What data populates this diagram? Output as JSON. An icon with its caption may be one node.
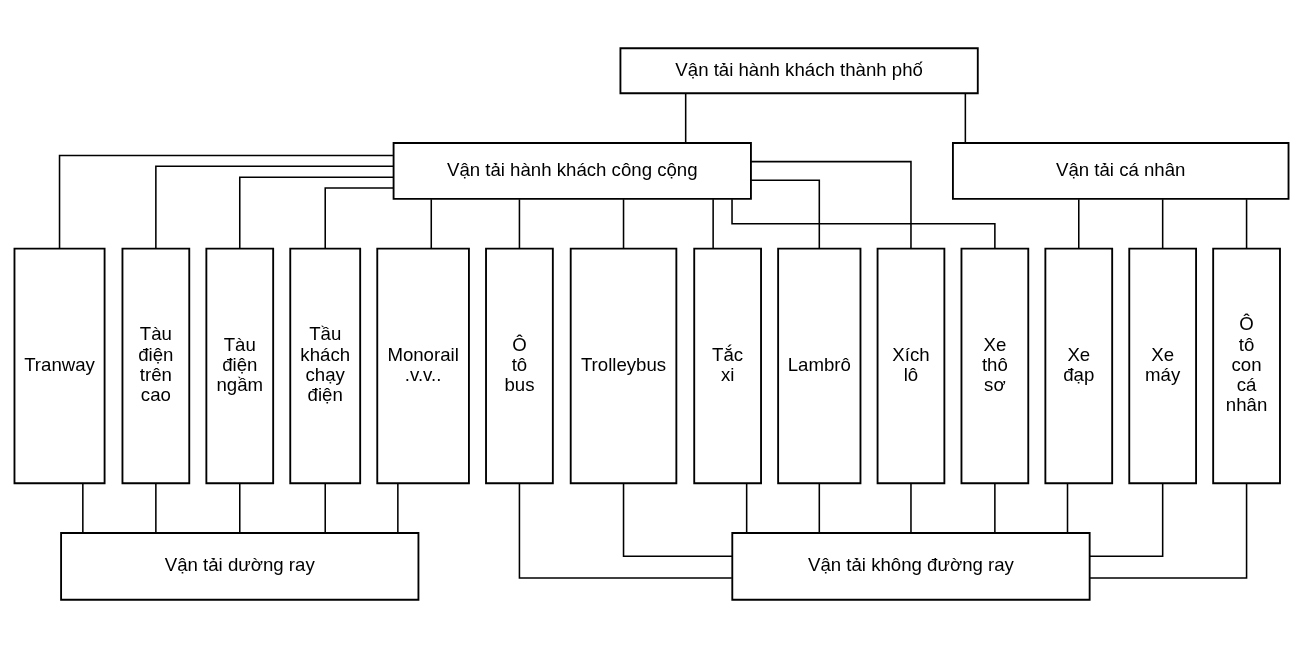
{
  "diagram": {
    "nodes": [
      {
        "text": [
          "Vận tải hành khách thành phố"
        ]
      },
      {
        "text": [
          "Vận tải hành khách công cộng"
        ]
      },
      {
        "text": [
          "Vận tải cá nhân"
        ]
      },
      {
        "text": [
          "Tranway"
        ]
      },
      {
        "text": [
          "Tàu điện trên cao"
        ]
      },
      {
        "text": [
          "Tàu điện ngầm"
        ]
      },
      {
        "text": [
          "Tầu khách chạy điện"
        ]
      },
      {
        "text": [
          "Monorail .v.v.."
        ]
      },
      {
        "text": [
          "Ô tô bus"
        ]
      },
      {
        "text": [
          "Trolleybus"
        ]
      },
      {
        "text": [
          "Tắc xi"
        ]
      },
      {
        "text": [
          "Lambrô"
        ]
      },
      {
        "text": [
          "Xích lô"
        ]
      },
      {
        "text": [
          "Xe thô sơ"
        ]
      },
      {
        "text": [
          "Xe đạp"
        ]
      },
      {
        "text": [
          "Xe máy"
        ]
      },
      {
        "text": [
          "Ô tô con cá nhân"
        ]
      },
      {
        "text": [
          "Vận tải dường ray"
        ]
      },
      {
        "text": [
          "Vận tải không đường ray"
        ]
      }
    ],
    "edges": [
      {
        "from": 0,
        "to": 1,
        "arrow": "none"
      },
      {
        "from": 0,
        "to": 2,
        "arrow": "none"
      },
      {
        "from": 1,
        "to": 3,
        "arrow": "none"
      },
      {
        "from": 1,
        "to": 4,
        "arrow": "none"
      },
      {
        "from": 1,
        "to": 5,
        "arrow": "none"
      },
      {
        "from": 1,
        "to": 6,
        "arrow": "none"
      },
      {
        "from": 1,
        "to": 7,
        "arrow": "none"
      },
      {
        "from": 1,
        "to": 8,
        "arrow": "none"
      },
      {
        "from": 1,
        "to": 9,
        "arrow": "none"
      },
      {
        "from": 1,
        "to": 10,
        "arrow": "none"
      },
      {
        "from": 1,
        "to": 11,
        "arrow": "none"
      },
      {
        "from": 1,
        "to": 12,
        "arrow": "none"
      },
      {
        "from": 1,
        "to": 13,
        "arrow": "none"
      },
      {
        "from": 2,
        "to": 14,
        "arrow": "none"
      },
      {
        "from": 2,
        "to": 15,
        "arrow": "none"
      },
      {
        "from": 2,
        "to": 16,
        "arrow": "none"
      },
      {
        "from": 3,
        "to": 17,
        "arrow": "none"
      },
      {
        "from": 4,
        "to": 17,
        "arrow": "none"
      },
      {
        "from": 5,
        "to": 17,
        "arrow": "none"
      },
      {
        "from": 6,
        "to": 17,
        "arrow": "none"
      },
      {
        "from": 7,
        "to": 17,
        "arrow": "none"
      },
      {
        "from": 8,
        "to": 18,
        "arrow": "none"
      },
      {
        "from": 9,
        "to": 18,
        "arrow": "none"
      },
      {
        "from": 10,
        "to": 18,
        "arrow": "none"
      },
      {
        "from": 11,
        "to": 18,
        "arrow": "none"
      },
      {
        "from": 12,
        "to": 18,
        "arrow": "none"
      },
      {
        "from": 13,
        "to": 18,
        "arrow": "none"
      },
      {
        "from": 14,
        "to": 18,
        "arrow": "none"
      },
      {
        "from": 15,
        "to": 18,
        "arrow": "none"
      },
      {
        "from": 16,
        "to": 18,
        "arrow": "none"
      }
    ]
  }
}
